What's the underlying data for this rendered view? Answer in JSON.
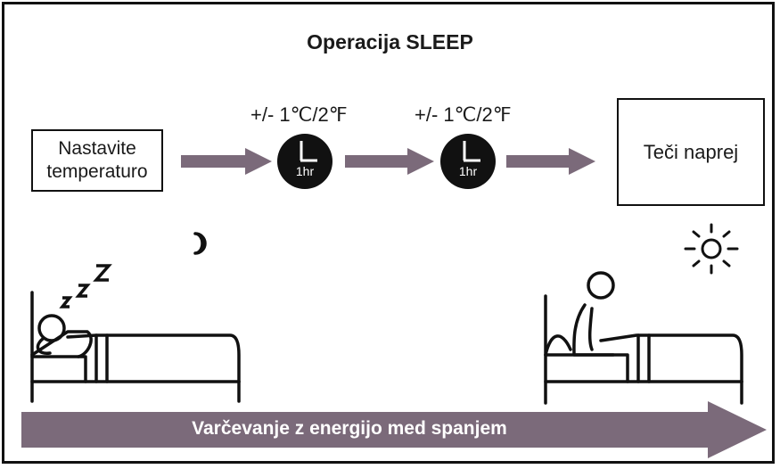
{
  "title": "Operacija SLEEP",
  "start_box": {
    "line1": "Nastavite",
    "line2": "temperaturo"
  },
  "steps": [
    {
      "label": "+/- 1℃/2℉",
      "clock_text": "1hr"
    },
    {
      "label": "+/- 1℃/2℉",
      "clock_text": "1hr"
    }
  ],
  "end_box": {
    "label": "Teči naprej"
  },
  "banner": {
    "label": "Varčevanje z energijo med spanjem"
  },
  "colors": {
    "arrow": "#7b6a7a",
    "dark": "#111111"
  },
  "icons": [
    "moon-icon",
    "sun-icon",
    "sleeping-person-icon",
    "waking-person-icon",
    "clock-icon"
  ]
}
